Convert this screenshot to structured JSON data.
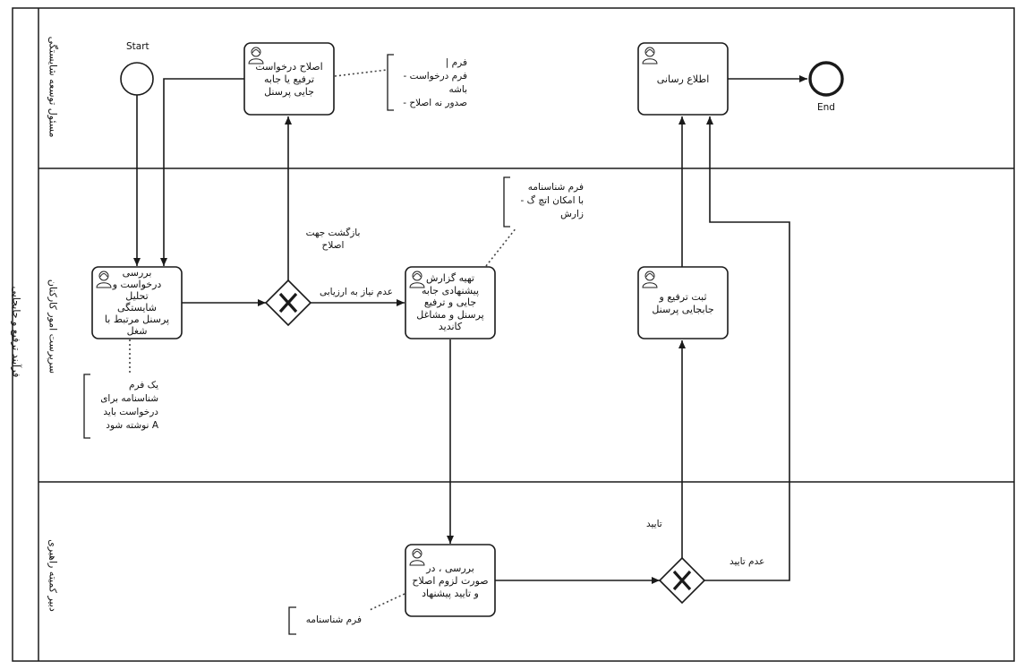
{
  "pool": {
    "label": "فرآیند ترفیع و جابجایی"
  },
  "lanes": [
    {
      "id": "lane1",
      "label": "مسئول توسعه شایستگی"
    },
    {
      "id": "lane2",
      "label": "سرپرست امور کارکنان"
    },
    {
      "id": "lane3",
      "label": "دبیر کمیته راهبری"
    }
  ],
  "events": {
    "start_label": "Start",
    "end_label": "End"
  },
  "tasks": {
    "t_fix": [
      "اصلاح درخواست",
      "ترفیع یا جابه",
      "جایی پرسنل"
    ],
    "t_notify": [
      "اطلاع رسانی"
    ],
    "t_review": [
      "بررسی",
      "درخواست و",
      "تحلیل",
      "شایستگی",
      "پرسنل مرتبط با",
      "شغل"
    ],
    "t_report": [
      "تهیه گزارش",
      "پیشنهادی جابه",
      "جایی و ترفیع",
      "پرسنل و مشاغل",
      "کاندید"
    ],
    "t_register": [
      "ثبت ترفیع و",
      "جابجایی پرسنل"
    ],
    "t_check": [
      "بررسی ، در",
      "صورت لزوم اصلاح",
      "و تایید پیشنهاد"
    ]
  },
  "annotations": {
    "a_form_fix": [
      "فرم |",
      "فرم درخواست -",
      "باشه",
      "صدور نه اصلاح -"
    ],
    "a_form_id": [
      "فرم شناسنامه",
      "با امکان اتچ گ -",
      "زارش"
    ],
    "a_one_form": [
      "یک فرم",
      "شناسنامه برای",
      "درخواست باید",
      "A نوشته شود"
    ],
    "a_form_plain": [
      "فرم شناسنامه"
    ]
  },
  "flow_labels": {
    "return_fix": [
      "بازگشت جهت",
      "اصلاح"
    ],
    "no_need": "عدم نیاز به ارزیابی",
    "approve": "تایید",
    "reject": "عدم تایید"
  },
  "colors": {
    "stroke": "#1a1a1a",
    "task_fill": "#ffffff",
    "dotted": "#444444"
  }
}
